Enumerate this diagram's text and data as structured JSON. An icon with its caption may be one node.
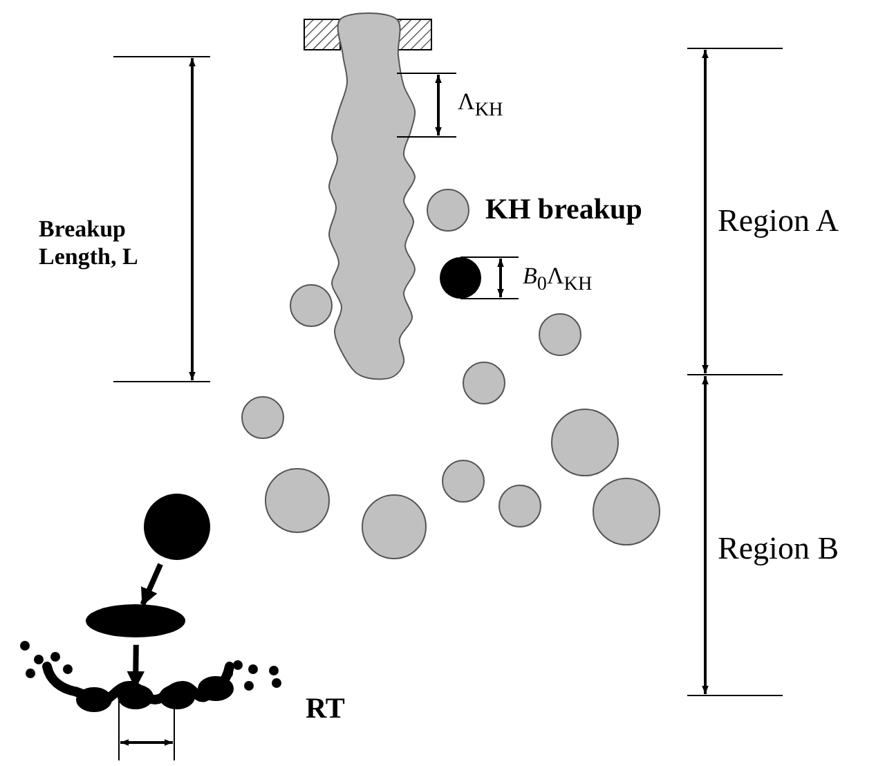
{
  "diagram": {
    "nodes": [
      {
        "text": [],
        "shape": "circle"
      },
      {
        "text": [],
        "shape": "ellipse"
      },
      {
        "text": [],
        "shape": "picture"
      }
    ],
    "edges": [
      {
        "from": 0,
        "to": 1,
        "arrow": "to"
      },
      {
        "from": 1,
        "to": 2,
        "arrow": "to"
      }
    ],
    "labels": [
      "Breakup Length, L",
      "Λ$_{KH}$",
      "KH breakup",
      "*B*$_{0}$Λ$_{KH}$",
      "Region A",
      "Region B",
      "RT"
    ]
  }
}
